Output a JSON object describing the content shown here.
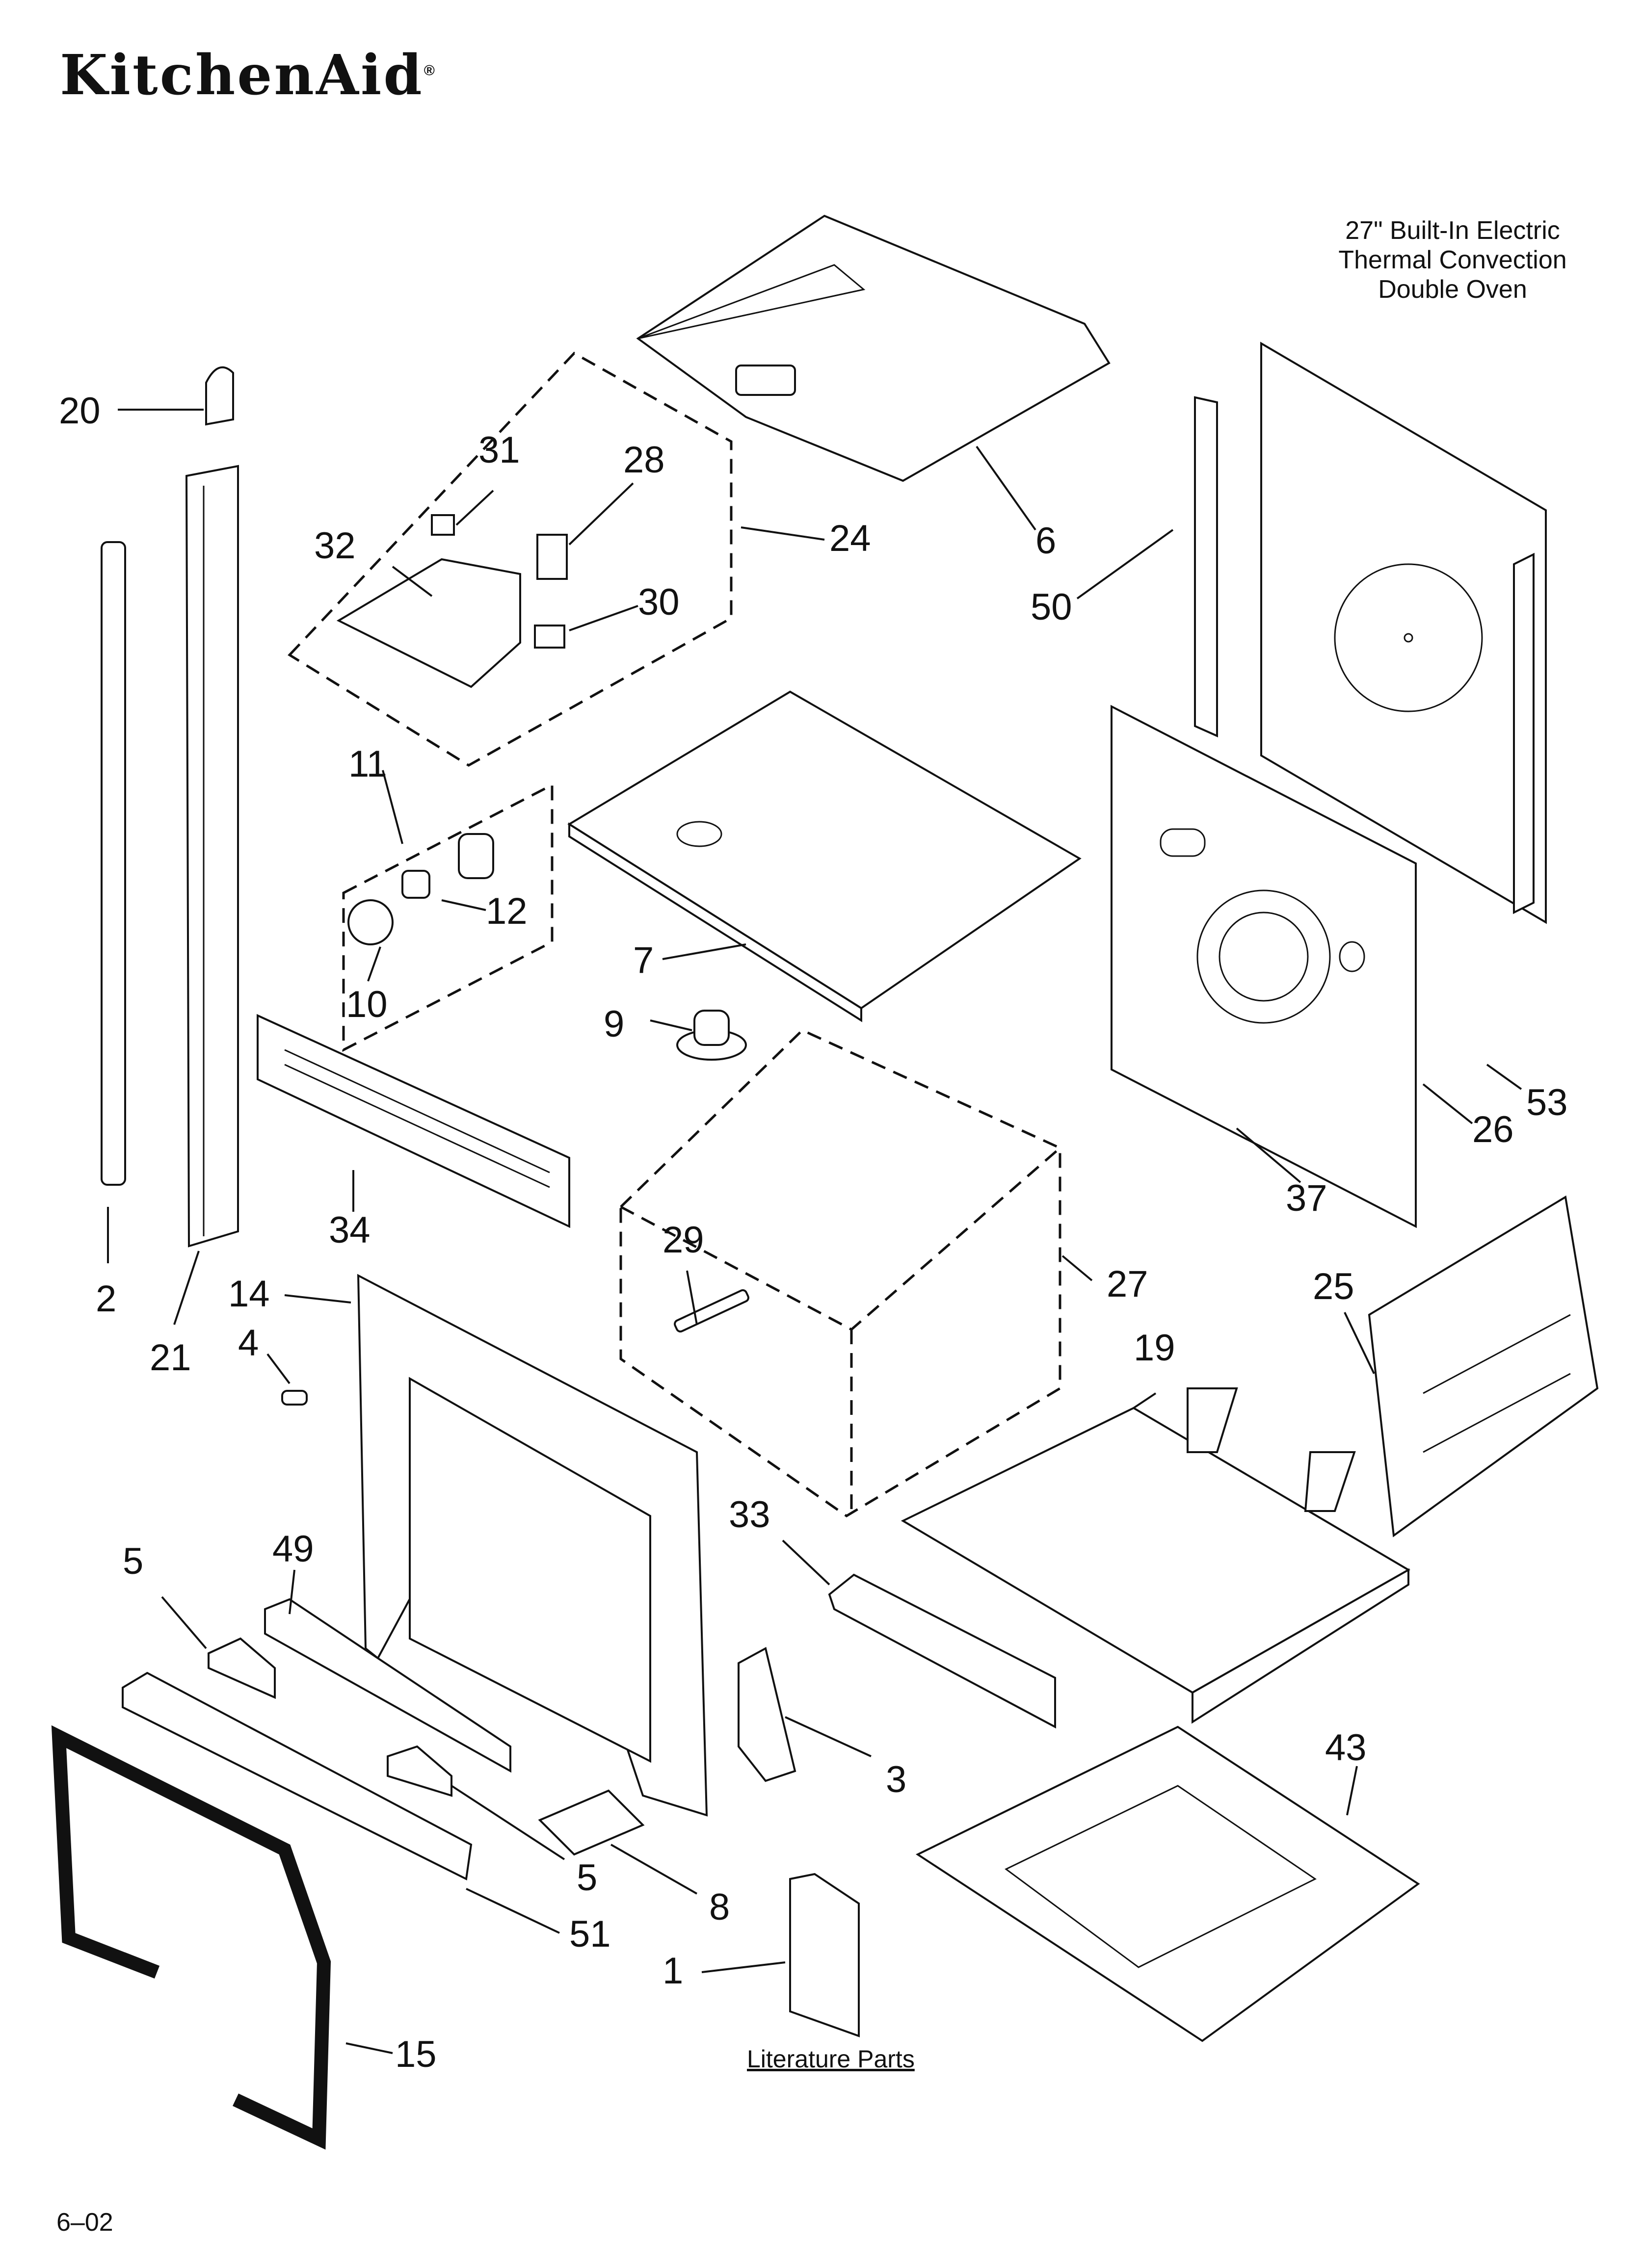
{
  "brand": {
    "logo_text": "KitchenAid",
    "registered_mark": "®"
  },
  "title": {
    "line1": "27\" Built-In Electric",
    "line2": "Thermal Convection",
    "line3": "Double Oven"
  },
  "callouts": {
    "c20": "20",
    "c31": "31",
    "c28": "28",
    "c24": "24",
    "c32": "32",
    "c30": "30",
    "c6": "6",
    "c50": "50",
    "c2": "2",
    "c21": "21",
    "c11": "11",
    "c12": "12",
    "c10": "10",
    "c7": "7",
    "c9": "9",
    "c34": "34",
    "c53": "53",
    "c26": "26",
    "c37": "37",
    "c29": "29",
    "c27": "27",
    "c14": "14",
    "c4": "4",
    "c25": "25",
    "c19": "19",
    "c33": "33",
    "c5a": "5",
    "c49": "49",
    "c3": "3",
    "c43": "43",
    "c5b": "5",
    "c51": "51",
    "c8": "8",
    "c1": "1",
    "c15": "15"
  },
  "footer": {
    "literature_label": "Literature Parts",
    "date_code": "6–02"
  }
}
